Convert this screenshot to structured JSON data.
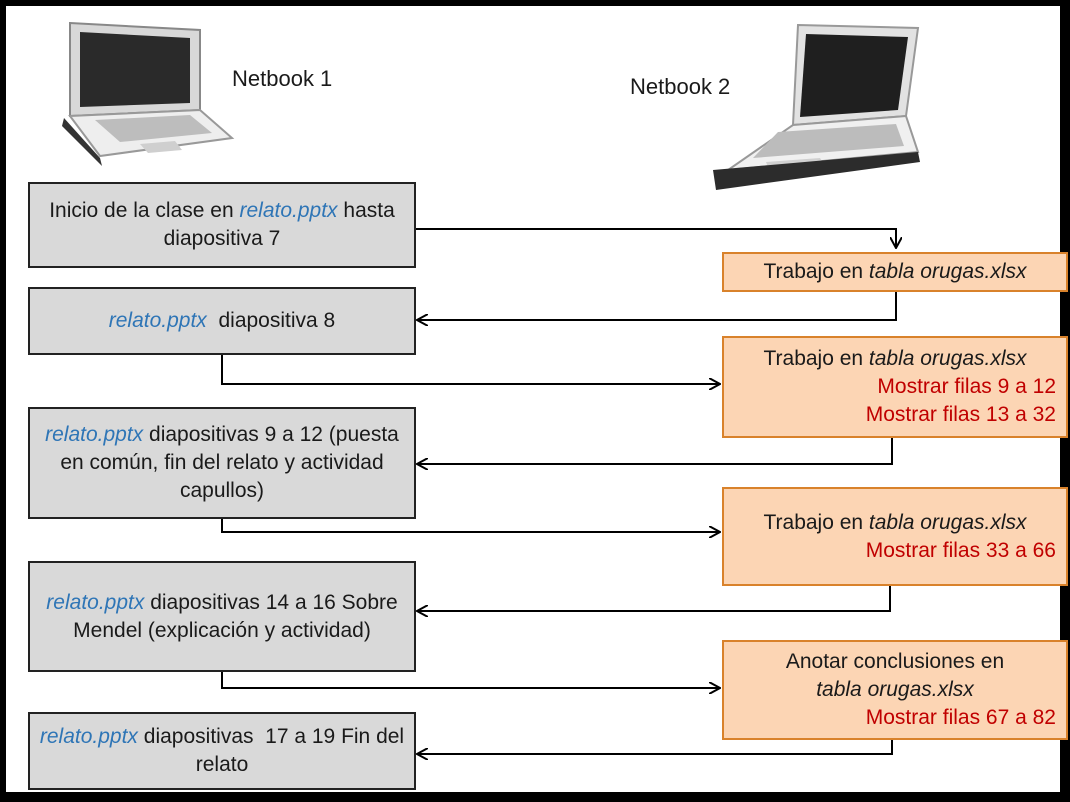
{
  "netbook1": {
    "label": "Netbook 1"
  },
  "netbook2": {
    "label": "Netbook 2"
  },
  "left_steps": [
    {
      "pre": "Inicio de la clase en ",
      "file": "relato.pptx",
      "post": " hasta diapositiva 7"
    },
    {
      "pre": "",
      "file": "relato.pptx",
      "post": "  diapositiva 8"
    },
    {
      "pre": "",
      "file": "relato.pptx",
      "post": " diapositivas 9 a 12 (puesta en común, fin del relato y actividad capullos)"
    },
    {
      "pre": "",
      "file": "relato.pptx",
      "post": " diapositivas 14 a 16 Sobre Mendel (explicación y actividad)"
    },
    {
      "pre": "",
      "file": "relato.pptx",
      "post": " diapositivas  17 a 19 Fin del relato"
    }
  ],
  "right_steps": [
    {
      "text": "Trabajo en ",
      "file": "tabla orugas.xlsx",
      "notes": []
    },
    {
      "text": "Trabajo en ",
      "file": "tabla orugas.xlsx",
      "notes": [
        "Mostrar filas 9 a 12",
        "Mostrar filas 13 a 32"
      ]
    },
    {
      "text": "Trabajo en ",
      "file": "tabla orugas.xlsx",
      "notes": [
        "Mostrar filas 33 a 66"
      ]
    },
    {
      "text": "Anotar conclusiones en ",
      "file": "tabla orugas.xlsx",
      "notes": [
        "Mostrar filas 67 a 82"
      ]
    }
  ]
}
